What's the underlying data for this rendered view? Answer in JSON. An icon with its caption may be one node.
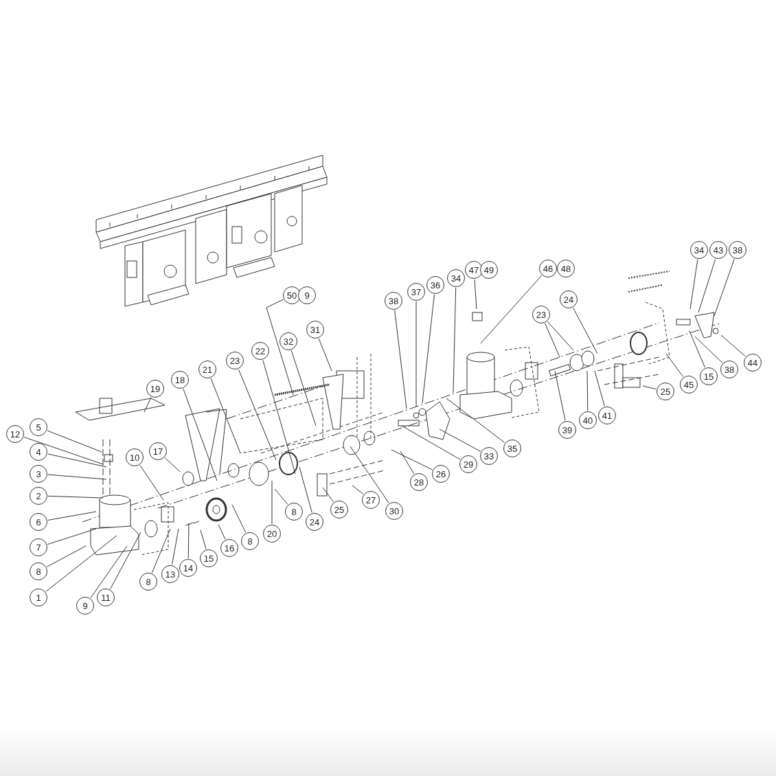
{
  "diagram": {
    "nodes": [
      {
        "text": [
          "50"
        ]
      },
      {
        "text": [
          "9"
        ]
      },
      {
        "text": [
          "47"
        ]
      },
      {
        "text": [
          "49"
        ]
      },
      {
        "text": [
          "46"
        ]
      },
      {
        "text": [
          "48"
        ]
      },
      {
        "text": [
          "34"
        ]
      },
      {
        "text": [
          "43"
        ]
      },
      {
        "text": [
          "38"
        ]
      },
      {
        "text": [
          "38"
        ]
      },
      {
        "text": [
          "37"
        ]
      },
      {
        "text": [
          "36"
        ]
      },
      {
        "text": [
          "34"
        ]
      },
      {
        "text": [
          "24"
        ]
      },
      {
        "text": [
          "23"
        ]
      },
      {
        "text": [
          "31"
        ]
      },
      {
        "text": [
          "32"
        ]
      },
      {
        "text": [
          "22"
        ]
      },
      {
        "text": [
          "23"
        ]
      },
      {
        "text": [
          "21"
        ]
      },
      {
        "text": [
          "18"
        ]
      },
      {
        "text": [
          "19"
        ]
      },
      {
        "text": [
          "15"
        ]
      },
      {
        "text": [
          "38"
        ]
      },
      {
        "text": [
          "44"
        ]
      },
      {
        "text": [
          "45"
        ]
      },
      {
        "text": [
          "25"
        ]
      },
      {
        "text": [
          "39"
        ]
      },
      {
        "text": [
          "40"
        ]
      },
      {
        "text": [
          "41"
        ]
      },
      {
        "text": [
          "5"
        ]
      },
      {
        "text": [
          "12"
        ]
      },
      {
        "text": [
          "4"
        ]
      },
      {
        "text": [
          "10"
        ]
      },
      {
        "text": [
          "17"
        ]
      },
      {
        "text": [
          "3"
        ]
      },
      {
        "text": [
          "26"
        ]
      },
      {
        "text": [
          "29"
        ]
      },
      {
        "text": [
          "33"
        ]
      },
      {
        "text": [
          "35"
        ]
      },
      {
        "text": [
          "28"
        ]
      },
      {
        "text": [
          "2"
        ]
      },
      {
        "text": [
          "27"
        ]
      },
      {
        "text": [
          "30"
        ]
      },
      {
        "text": [
          "25"
        ]
      },
      {
        "text": [
          "8"
        ]
      },
      {
        "text": [
          "24"
        ]
      },
      {
        "text": [
          "6"
        ]
      },
      {
        "text": [
          "20"
        ]
      },
      {
        "text": [
          "8"
        ]
      },
      {
        "text": [
          "16"
        ]
      },
      {
        "text": [
          "7"
        ]
      },
      {
        "text": [
          "15"
        ]
      },
      {
        "text": [
          "14"
        ]
      },
      {
        "text": [
          "13"
        ]
      },
      {
        "text": [
          "8"
        ]
      },
      {
        "text": [
          "8"
        ]
      },
      {
        "text": [
          "1"
        ]
      },
      {
        "text": [
          "11"
        ]
      },
      {
        "text": [
          "9"
        ]
      }
    ],
    "edges": [
      {
        "from": 0,
        "to": null,
        "arrow": "none"
      },
      {
        "from": 2,
        "to": null,
        "arrow": "none"
      },
      {
        "from": 4,
        "to": null,
        "arrow": "none"
      },
      {
        "from": 6,
        "to": null,
        "arrow": "none"
      },
      {
        "from": 7,
        "to": null,
        "arrow": "none"
      },
      {
        "from": 8,
        "to": null,
        "arrow": "none"
      },
      {
        "from": 9,
        "to": null,
        "arrow": "none"
      },
      {
        "from": 10,
        "to": null,
        "arrow": "none"
      },
      {
        "from": 11,
        "to": null,
        "arrow": "none"
      },
      {
        "from": 12,
        "to": null,
        "arrow": "none"
      },
      {
        "from": 13,
        "to": null,
        "arrow": "none"
      },
      {
        "from": 14,
        "to": null,
        "arrow": "none"
      },
      {
        "from": 14,
        "to": null,
        "arrow": "none"
      },
      {
        "from": 15,
        "to": null,
        "arrow": "none"
      },
      {
        "from": 16,
        "to": null,
        "arrow": "none"
      },
      {
        "from": 17,
        "to": null,
        "arrow": "none"
      },
      {
        "from": 18,
        "to": null,
        "arrow": "none"
      },
      {
        "from": 19,
        "to": null,
        "arrow": "none"
      },
      {
        "from": 20,
        "to": null,
        "arrow": "none"
      },
      {
        "from": 21,
        "to": null,
        "arrow": "none"
      },
      {
        "from": 22,
        "to": null,
        "arrow": "none"
      },
      {
        "from": 23,
        "to": null,
        "arrow": "none"
      },
      {
        "from": 24,
        "to": null,
        "arrow": "none"
      },
      {
        "from": 25,
        "to": null,
        "arrow": "none"
      },
      {
        "from": 26,
        "to": null,
        "arrow": "none"
      },
      {
        "from": 27,
        "to": null,
        "arrow": "none"
      },
      {
        "from": 28,
        "to": null,
        "arrow": "none"
      },
      {
        "from": 29,
        "to": null,
        "arrow": "none"
      },
      {
        "from": 30,
        "to": null,
        "arrow": "none"
      },
      {
        "from": 31,
        "to": null,
        "arrow": "none"
      },
      {
        "from": 32,
        "to": null,
        "arrow": "none"
      },
      {
        "from": 33,
        "to": null,
        "arrow": "none"
      },
      {
        "from": 34,
        "to": null,
        "arrow": "none"
      },
      {
        "from": 35,
        "to": null,
        "arrow": "none"
      },
      {
        "from": 36,
        "to": null,
        "arrow": "none"
      },
      {
        "from": 37,
        "to": null,
        "arrow": "none"
      },
      {
        "from": 38,
        "to": null,
        "arrow": "none"
      },
      {
        "from": 39,
        "to": null,
        "arrow": "none"
      },
      {
        "from": 40,
        "to": null,
        "arrow": "none"
      },
      {
        "from": 41,
        "to": null,
        "arrow": "none"
      },
      {
        "from": 42,
        "to": null,
        "arrow": "none"
      },
      {
        "from": 43,
        "to": null,
        "arrow": "none"
      },
      {
        "from": 44,
        "to": null,
        "arrow": "none"
      },
      {
        "from": 45,
        "to": null,
        "arrow": "none"
      },
      {
        "from": 46,
        "to": null,
        "arrow": "none"
      },
      {
        "from": 47,
        "to": null,
        "arrow": "none"
      },
      {
        "from": 48,
        "to": null,
        "arrow": "none"
      },
      {
        "from": 49,
        "to": null,
        "arrow": "none"
      },
      {
        "from": 50,
        "to": null,
        "arrow": "none"
      },
      {
        "from": 51,
        "to": null,
        "arrow": "none"
      },
      {
        "from": 52,
        "to": null,
        "arrow": "none"
      },
      {
        "from": 53,
        "to": null,
        "arrow": "none"
      },
      {
        "from": 54,
        "to": null,
        "arrow": "none"
      },
      {
        "from": 55,
        "to": null,
        "arrow": "none"
      },
      {
        "from": 56,
        "to": null,
        "arrow": "none"
      },
      {
        "from": 57,
        "to": null,
        "arrow": "none"
      },
      {
        "from": 58,
        "to": null,
        "arrow": "none"
      },
      {
        "from": 59,
        "to": null,
        "arrow": "none"
      }
    ]
  }
}
